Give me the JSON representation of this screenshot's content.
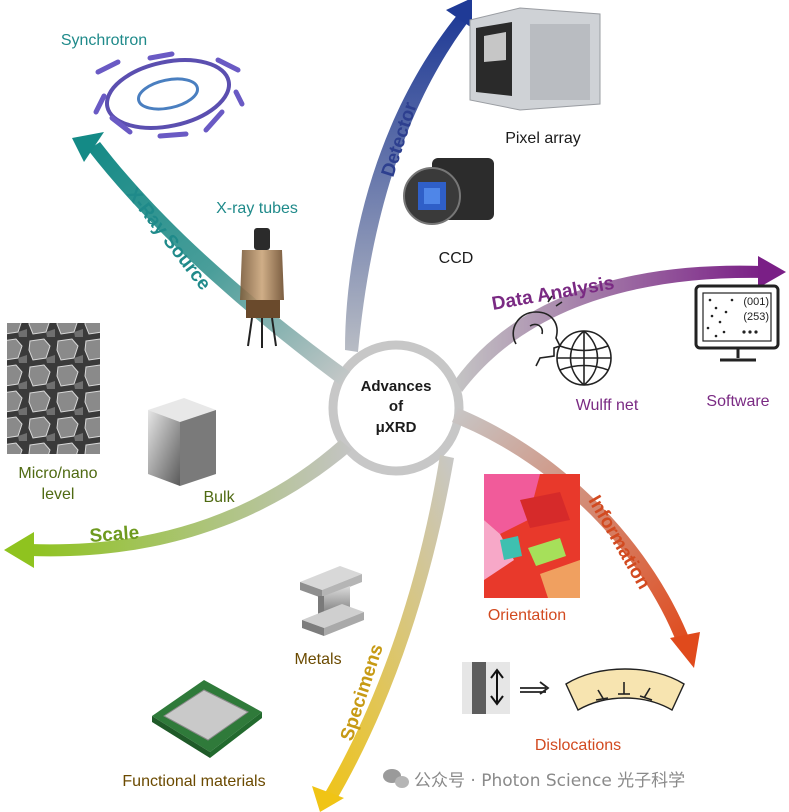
{
  "center": {
    "line1": "Advances",
    "line2": "of",
    "line3": "μXRD"
  },
  "branches": {
    "detector": "Detector",
    "xray_source": "X-Ray Source",
    "data_analysis": "Data Analysis",
    "information": "Information",
    "specimens": "Specimens",
    "scale": "Scale"
  },
  "items": {
    "synchrotron": "Synchrotron",
    "xray_tubes": "X-ray tubes",
    "pixel_array": "Pixel array",
    "ccd": "CCD",
    "wulff_net": "Wulff net",
    "software": "Software",
    "orientation": "Orientation",
    "dislocations": "Dislocations",
    "metals": "Metals",
    "functional_materials": "Functional materials",
    "micro_nano_line1": "Micro/nano",
    "micro_nano_line2": "level",
    "bulk": "Bulk"
  },
  "software_screen": {
    "index1": "(001)",
    "index2": "(253)"
  },
  "watermark": "公众号 · Photon Science 光子科学",
  "colors": {
    "detector": "#2d3f8f",
    "xray_source": "#1f8a8a",
    "data_analysis": "#7a2a83",
    "information": "#d24a20",
    "specimens": "#c79a14",
    "scale": "#6e9a1f",
    "text_dark": "#1b1b1b"
  }
}
